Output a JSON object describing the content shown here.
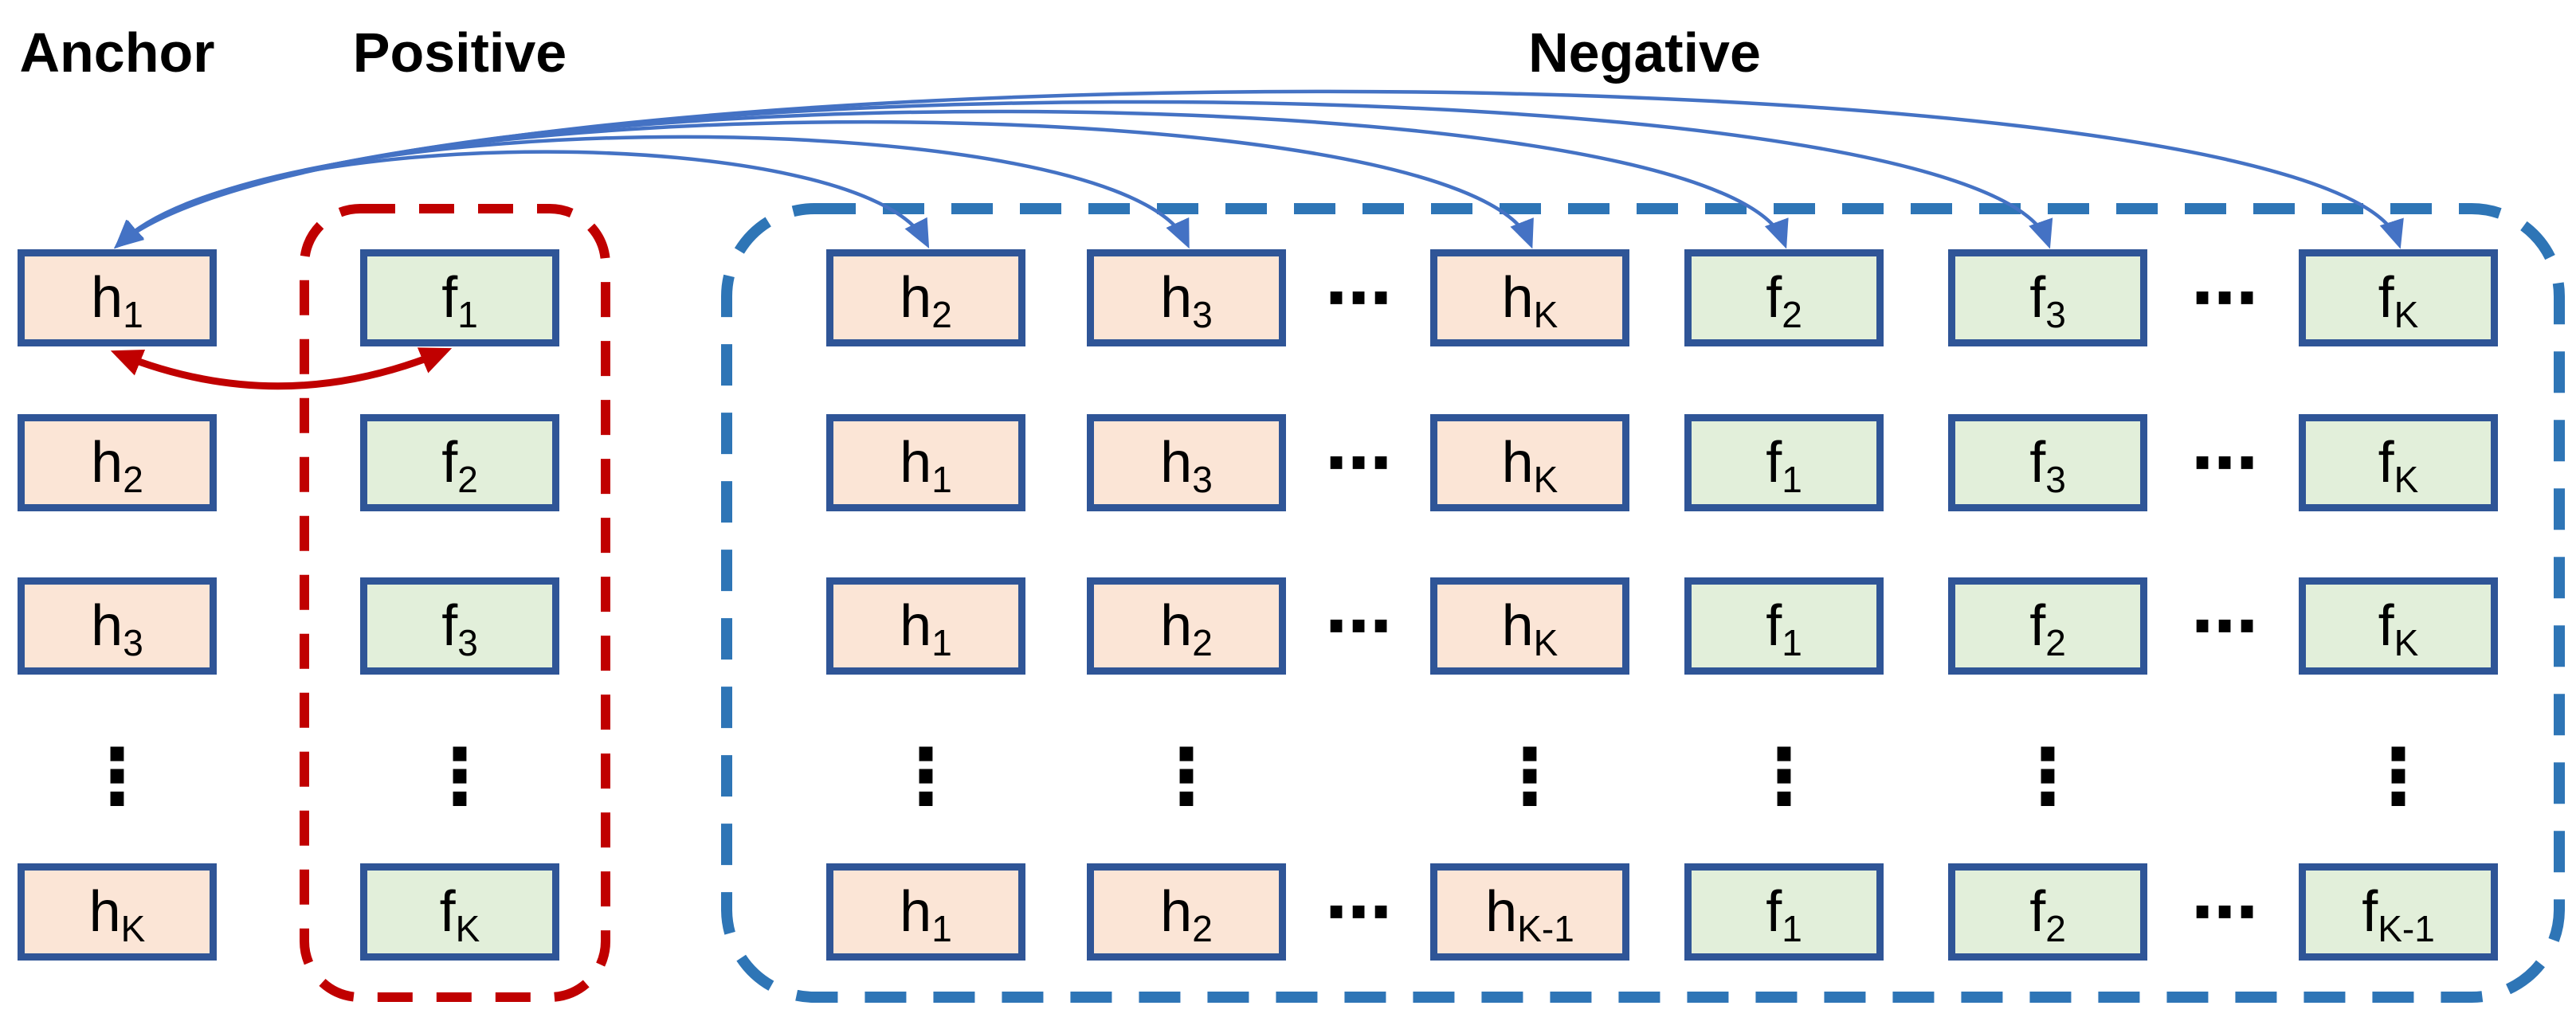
{
  "figure": {
    "headers": {
      "anchor": "Anchor",
      "positive": "Positive",
      "negative": "Negative"
    }
  },
  "symbols": {
    "vdots": "⋮",
    "hdots": "⋯"
  },
  "colors": {
    "anchor_box_fill": "#FBE5D6",
    "positive_box_fill": "#E2EFDA",
    "box_border": "#2F5597",
    "arrow_blue": "#4472C4",
    "negative_outline_blue": "#2E75B6",
    "positive_outline_red": "#C00000",
    "pair_arrow_red": "#C00000"
  },
  "anchor": {
    "cells": [
      {
        "main": "h",
        "sub": "1"
      },
      {
        "main": "h",
        "sub": "2"
      },
      {
        "main": "h",
        "sub": "3"
      },
      {
        "main": "h",
        "sub": "K"
      }
    ]
  },
  "positive": {
    "cells": [
      {
        "main": "f",
        "sub": "1"
      },
      {
        "main": "f",
        "sub": "2"
      },
      {
        "main": "f",
        "sub": "3"
      },
      {
        "main": "f",
        "sub": "K"
      }
    ]
  },
  "negative": {
    "columns": [
      {
        "cells": [
          {
            "main": "h",
            "sub": "2"
          },
          {
            "main": "h",
            "sub": "1"
          },
          {
            "main": "h",
            "sub": "1"
          },
          {
            "main": "h",
            "sub": "1"
          }
        ]
      },
      {
        "cells": [
          {
            "main": "h",
            "sub": "3"
          },
          {
            "main": "h",
            "sub": "3"
          },
          {
            "main": "h",
            "sub": "2"
          },
          {
            "main": "h",
            "sub": "2"
          }
        ]
      },
      {
        "cells": [
          {
            "main": "h",
            "sub": "K"
          },
          {
            "main": "h",
            "sub": "K"
          },
          {
            "main": "h",
            "sub": "K"
          },
          {
            "main": "h",
            "sub": "K-1"
          }
        ]
      },
      {
        "cells": [
          {
            "main": "f",
            "sub": "2"
          },
          {
            "main": "f",
            "sub": "1"
          },
          {
            "main": "f",
            "sub": "1"
          },
          {
            "main": "f",
            "sub": "1"
          }
        ]
      },
      {
        "cells": [
          {
            "main": "f",
            "sub": "3"
          },
          {
            "main": "f",
            "sub": "3"
          },
          {
            "main": "f",
            "sub": "2"
          },
          {
            "main": "f",
            "sub": "2"
          }
        ]
      },
      {
        "cells": [
          {
            "main": "f",
            "sub": "K"
          },
          {
            "main": "f",
            "sub": "K"
          },
          {
            "main": "f",
            "sub": "K"
          },
          {
            "main": "f",
            "sub": "K-1"
          }
        ]
      }
    ]
  }
}
